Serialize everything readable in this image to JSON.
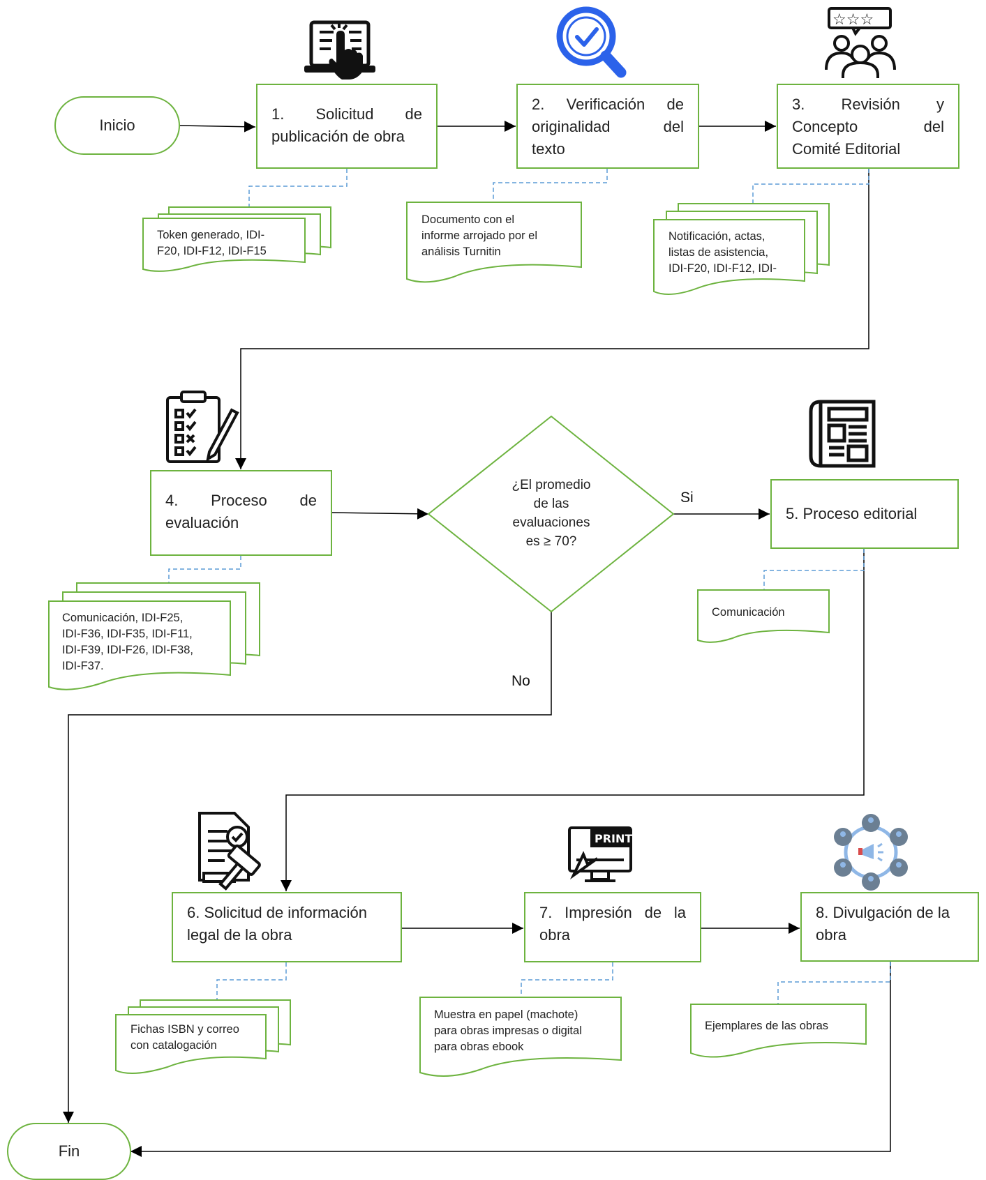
{
  "terminals": {
    "start": "Inicio",
    "end": "Fin"
  },
  "steps": {
    "s1": {
      "line1": "1.  Solicitud  de",
      "line2": "publicación de obra"
    },
    "s2": {
      "line1": "2. Verificación de",
      "line2": "originalidad del",
      "line3": "texto"
    },
    "s3": {
      "line1": "3. Revisión y",
      "line2": "Concepto del",
      "line3": "Comité Editorial"
    },
    "s4": {
      "line1": "4. Proceso de",
      "line2": "evaluación"
    },
    "s5": {
      "line1": "5. Proceso editorial"
    },
    "s6": {
      "line1": "6. Solicitud de información",
      "line2": "legal de la obra"
    },
    "s7": {
      "line1": "7. Impresión de la",
      "line2": "obra"
    },
    "s8": {
      "line1": "8. Divulgación de la",
      "line2": "obra"
    }
  },
  "decision": {
    "line1": "¿El promedio",
    "line2": "de las",
    "line3": "evaluaciones",
    "line4": "es ≥ 70?",
    "yes": "Si",
    "no": "No"
  },
  "documents": {
    "d1": {
      "line1": "Token generado, IDI-",
      "line2": "F20, IDI-F12, IDI-F15"
    },
    "d2": {
      "line1": "Documento con el",
      "line2": "informe arrojado por el",
      "line3": "análisis Turnitin"
    },
    "d3": {
      "line1": "Notificación, actas,",
      "line2": "listas de asistencia,",
      "line3": "IDI-F20, IDI-F12, IDI-"
    },
    "d4": {
      "line1": "Comunicación, IDI-F25,",
      "line2": "IDI-F36, IDI-F35, IDI-F11,",
      "line3": "IDI-F39, IDI-F26, IDI-F38,",
      "line4": "IDI-F37."
    },
    "d5": {
      "line1": "Comunicación"
    },
    "d6": {
      "line1": "Fichas ISBN y correo",
      "line2": "con catalogación"
    },
    "d7": {
      "line1": "Muestra en papel (machote)",
      "line2": "para obras impresas o digital",
      "line3": "para obras ebook"
    },
    "d8": {
      "line1": "Ejemplares de las obras"
    }
  },
  "icons": {
    "s1": "touch-screen-icon",
    "s2": "magnifier-check-icon",
    "s3": "rating-people-icon",
    "s4": "checklist-pencil-icon",
    "s5": "newspaper-icon",
    "s6": "legal-document-gavel-icon",
    "s7": "print-monitor-icon",
    "s8": "people-network-megaphone-icon",
    "print_text": "PRINT"
  },
  "colors": {
    "shape_border": "#6db33f",
    "dashed_link": "#5b9bd5",
    "arrow": "#000000",
    "magnifier": "#2b62ea"
  }
}
